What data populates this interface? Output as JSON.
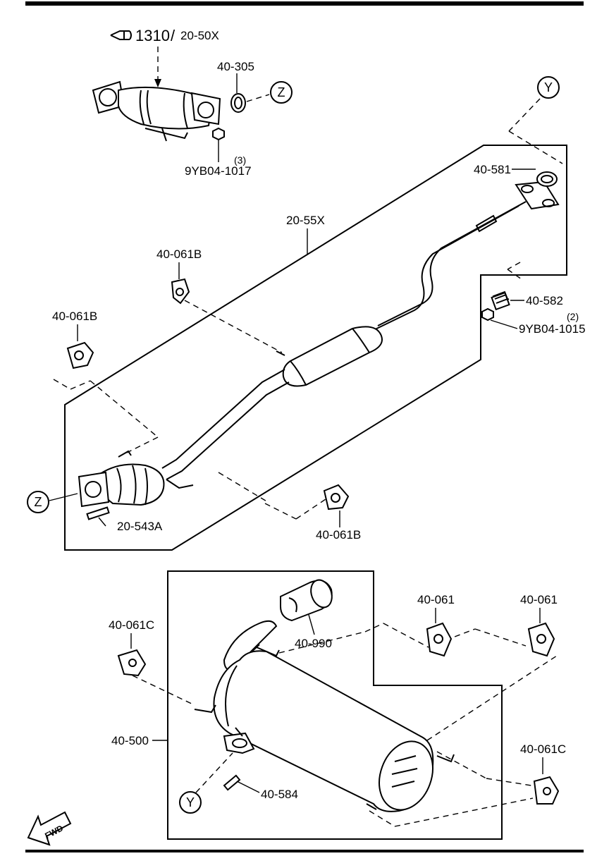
{
  "references": {
    "main": "1310",
    "sub": "20-50X"
  },
  "callouts": {
    "p40_305": "40-305",
    "p9yb04_1017": "9YB04-1017",
    "qty_1017": "(3)",
    "p20_55x": "20-55X",
    "p40_061b_top": "40-061B",
    "p40_061b_left": "40-061B",
    "p40_061b_bottom": "40-061B",
    "p40_581": "40-581",
    "p40_582": "40-582",
    "p9yb04_1015": "9YB04-1015",
    "qty_1015": "(2)",
    "p20_543a": "20-543A",
    "p40_061c_left": "40-061C",
    "p40_990": "40-990",
    "p40_061_a": "40-061",
    "p40_061_b": "40-061",
    "p40_500": "40-500",
    "p40_584": "40-584",
    "p40_061c_right": "40-061C"
  },
  "connectors": {
    "z_top": "Z",
    "z_left": "Z",
    "y_top": "Y",
    "y_bottom": "Y"
  },
  "fwd": "FWD"
}
